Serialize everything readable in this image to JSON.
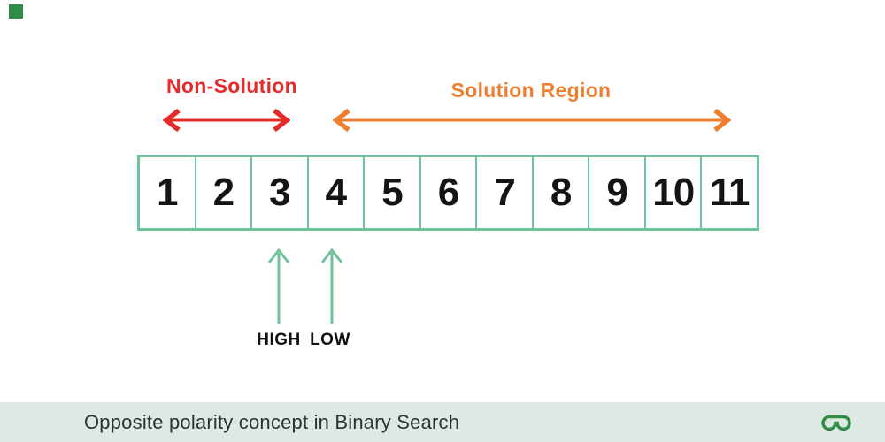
{
  "diagram": {
    "annotations": {
      "non_solution": {
        "label": "Non-Solution",
        "color": "#e42a2a",
        "covers_cells": "1-3"
      },
      "solution_region": {
        "label": "Solution Region",
        "color": "#ee7f31",
        "covers_cells": "4-11"
      }
    },
    "array": {
      "values": [
        "1",
        "2",
        "3",
        "4",
        "5",
        "6",
        "7",
        "8",
        "9",
        "10",
        "11"
      ],
      "border_color": "#6ec39a"
    },
    "pointers": {
      "high": {
        "label": "HIGH",
        "points_to_cell": "3"
      },
      "low": {
        "label": "LOW",
        "points_to_cell": "4"
      },
      "arrow_color": "#6ec39a"
    }
  },
  "footer": {
    "caption": "Opposite polarity concept in Binary Search",
    "background": "#dde9e2",
    "logo_icon": "geeksforgeeks-logo",
    "logo_color": "#2f8d46"
  },
  "corner_mark_color": "#2f8d46"
}
